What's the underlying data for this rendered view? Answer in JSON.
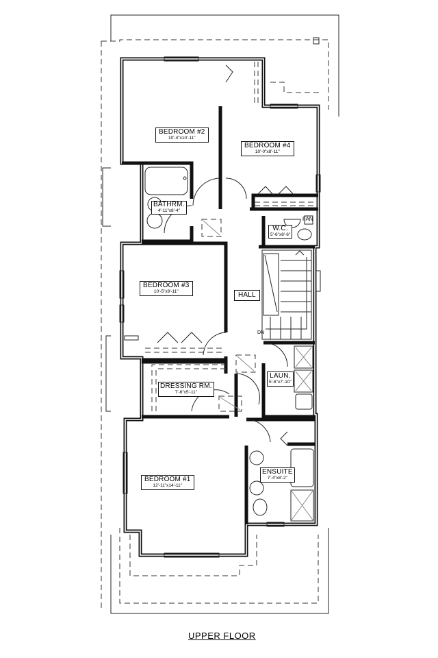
{
  "plan_title": "UPPER FLOOR",
  "rooms": [
    {
      "name": "BEDROOM #2",
      "dims": "10'-4\"x10'-11\""
    },
    {
      "name": "BEDROOM #4",
      "dims": "10'-0\"x8'-11\""
    },
    {
      "name": "BATHRM.",
      "dims": "4'-11\"x8'-4\""
    },
    {
      "name": "W.C.",
      "dims": "5'-6\"x8'-6\""
    },
    {
      "name": "HALL"
    },
    {
      "name": "BEDROOM #3",
      "dims": "10'-5\"x9'-11\""
    },
    {
      "name": "DRESSING RM.",
      "dims": "7'-6\"x5'-11\""
    },
    {
      "name": "LAUN.",
      "dims": "5'-6\"x7'-10\""
    },
    {
      "name": "ENSUITE",
      "dims": "7'-4\"x8'-2\""
    },
    {
      "name": "BEDROOM #1",
      "dims": "12'-11\"x14'-11\""
    }
  ],
  "annotations": {
    "fan": "FAN",
    "stair_down": "DN"
  }
}
